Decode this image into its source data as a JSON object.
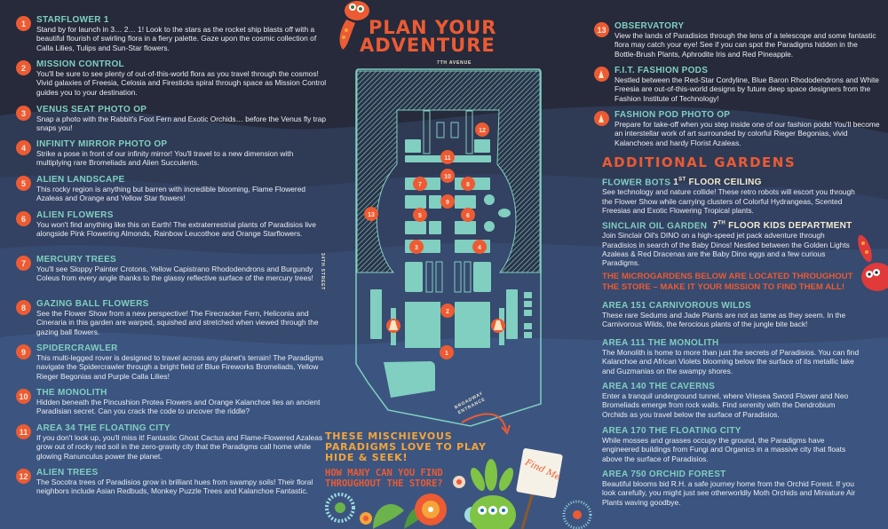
{
  "left_items": [
    {
      "num": "1",
      "title": "STARFLOWER 1",
      "text": "Stand by for launch in 3… 2… 1! Look to the stars as the rocket ship blasts off with a beautiful flourish of swirling flora in a fiery palette. Gaze upon the cosmic collection of Calla Lilies, Tulips and Sun-Star flowers."
    },
    {
      "num": "2",
      "title": "MISSION CONTROL",
      "text": "You'll be sure to see plenty of out-of-this-world flora as you travel through the cosmos! Vivid galaxies of Freesia, Celosia and Firesticks spiral through space as Mission Control guides you to your destination."
    },
    {
      "num": "3",
      "title": "VENUS SEAT PHOTO OP",
      "text": "Snap a photo with the Rabbit's Foot Fern and Exotic Orchids… before the Venus fly trap snaps you!"
    },
    {
      "num": "4",
      "title": "INFINITY MIRROR PHOTO OP",
      "text": "Strike a pose in front of our infinity mirror! You'll travel to a new dimension with multiplying rare Bromeliads and Alien Succulents."
    },
    {
      "num": "5",
      "title": "ALIEN LANDSCAPE",
      "text": "This rocky region is anything but barren with incredible blooming, Flame Flowered Azaleas and Orange and Yellow Star flowers!"
    },
    {
      "num": "6",
      "title": "ALIEN FLOWERS",
      "text": "You won't find anything like this on Earth! The extraterrestrial plants of Paradisios live alongside Pink Flowering Almonds, Rainbow Leucothoe and Orange Starflowers."
    },
    {
      "num": "7",
      "title": "MERCURY TREES",
      "text": "You'll see Sloppy Painter Crotons, Yellow Capistrano Rhododendrons and Burgundy Coleus from every angle thanks to the glassy reflective surface of the mercury trees!"
    },
    {
      "num": "8",
      "title": "GAZING BALL FLOWERS",
      "text": "See the Flower Show from a new perspective! The Firecracker Fern, Heliconia and Cineraria in this garden are warped, squished and stretched when viewed through the gazing ball flowers."
    },
    {
      "num": "9",
      "title": "SPIDERCRAWLER",
      "text": "This multi-legged rover is designed to travel across any planet's terrain! The Paradigms navigate the Spidercrawler through a bright field of Blue Fireworks Bromeliads, Yellow Rieger Begonias and Purple Calla Lilies!"
    },
    {
      "num": "10",
      "title": "THE MONOLITH",
      "text": "Hidden beneath the Pincushion Protea Flowers and Orange Kalanchoe lies an ancient Paradisian secret. Can you crack the code to uncover the riddle?"
    },
    {
      "num": "11",
      "title": "AREA 34 THE FLOATING CITY",
      "text": "If you don't look up, you'll miss it! Fantastic Ghost Cactus and Flame-Flowered Azaleas grow out of rocky red soil in the zero-gravity city that the Paradigms call home while glowing Ranunculus power the planet."
    },
    {
      "num": "12",
      "title": "ALIEN TREES",
      "text": "The Socotra trees of Paradisios grow in brilliant hues from swampy soils! Their floral neighbors include Asian Redbuds, Monkey Puzzle Trees and Kalanchoe Fantastic."
    }
  ],
  "right_items": [
    {
      "num": "13",
      "title": "OBSERVATORY",
      "text": "View the lands of Paradisios through the lens of a telescope and some fantastic flora may catch your eye! See if you can spot the Paradigms hidden in the Bottle-Brush Plants, Aphrodite Iris and Red Pineapple."
    },
    {
      "icon": "dress-icon",
      "title": "F.I.T. FASHION PODS",
      "text": "Nestled between the Red-Star Cordyline, Blue Baron Rhododendrons and White Freesia are out-of-this-world designs by future deep space designers from the Fashion Institute of Technology!"
    },
    {
      "icon": "dress-icon",
      "title": "FASHION POD PHOTO OP",
      "text": "Prepare for take-off when you step inside one of our fashion pods! You'll become an interstellar work of art surrounded by colorful Rieger Begonias, vivid Kalanchoes and hardy Florist Azaleas."
    }
  ],
  "additional": {
    "heading": "ADDITIONAL GARDENS",
    "flower_bots": {
      "title": "FLOWER BOTS",
      "floor_num": "1",
      "floor_sup": "ST",
      "floor_rest": "FLOOR CEILING",
      "text": "See technology and nature collide! These retro robots will escort you through the Flower Show while carrying clusters of Colorful Hydrangeas, Scented Freesias and Exotic Flowering Tropical plants."
    },
    "sinclair": {
      "title": "SINCLAIR OIL GARDEN",
      "floor_num": "7",
      "floor_sup": "TH",
      "floor_rest": "FLOOR KIDS DEPARTMENT",
      "text": "Join Sinclair Oil's DINO on a high-speed jet pack adventure through Paradisios in search of the Baby Dinos! Nestled between the Golden Lights Azaleas & Red Dracenas are the Baby Dino eggs and a few curious Paradigms."
    },
    "notice": "THE MICROGARDENS BELOW ARE LOCATED THROUGHOUT THE STORE – MAKE IT YOUR MISSION TO FIND THEM ALL!",
    "areas": [
      {
        "title": "AREA 151 CARNIVOROUS WILDS",
        "text": "These rare Sedums and Jade Plants are not as tame as they seem. In the Carnivorous Wilds, the ferocious plants of the jungle bite back!"
      },
      {
        "title": "AREA 111 THE MONOLITH",
        "text": "The Monolith is home to more than just the secrets of Paradisios. You can find Kalanchoe and African Violets blooming below the surface of its metallic lake and Guzmanias on the swampy shores."
      },
      {
        "title": "AREA 140 THE CAVERNS",
        "text": "Enter a tranquil underground tunnel, where Vriesea Sword Flower and Neo Bromeliads emerge from rock walls. Find serenity with the Dendrobium Orchids as you travel below the surface of Paradisios."
      },
      {
        "title": "AREA 170 THE FLOATING CITY",
        "text": "While mosses and grasses occupy the ground, the Paradigms have engineered buildings from Fungi and Organics in a massive city that floats above the surface of Paradisios."
      },
      {
        "title": "AREA 750 ORCHID FOREST",
        "text": "Beautiful blooms bid R.H. a safe journey home from the Orchid Forest. If you look carefully, you might just see otherworldly Moth Orchids and Miniature Air Plants waving goodbye."
      }
    ]
  },
  "center": {
    "title_line1": "PLAN YOUR",
    "title_line2": "ADVENTURE",
    "street_top": "7TH AVENUE",
    "street_left": "34TH STREET",
    "entrance_line1": "BROADWAY",
    "entrance_line2": "ENTRANCE",
    "markers": [
      "1",
      "2",
      "3",
      "4",
      "5",
      "6",
      "7",
      "8",
      "9",
      "10",
      "11",
      "12",
      "13"
    ],
    "promo_line1": "THESE MISCHIEVOUS PARADIGMS LOVE TO PLAY HIDE & SEEK!",
    "promo_line2": "HOW MANY CAN YOU FIND THROUGHOUT THE STORE?",
    "sign_text": "Find Me"
  },
  "colors": {
    "accent": "#ec5b33",
    "teal": "#80cfc0",
    "bg_top": "#262a3b",
    "bg_bottom": "#3c5883",
    "yellow": "#f5a43a"
  }
}
